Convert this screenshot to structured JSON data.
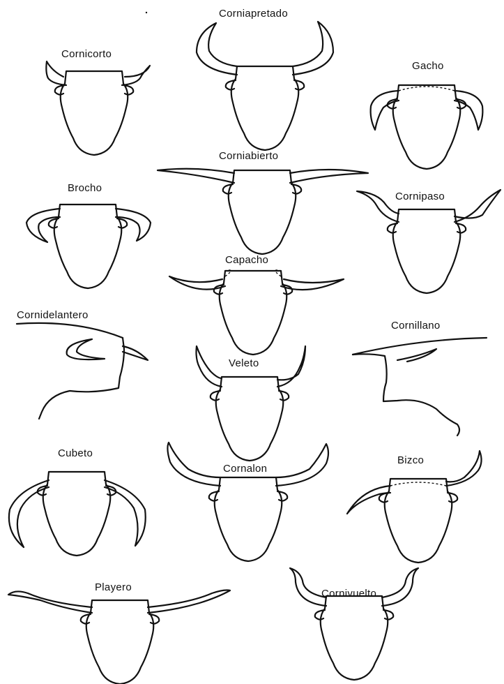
{
  "labels": {
    "corniapretado": "Corniapretado",
    "cornicorto": "Cornicorto",
    "gacho": "Gacho",
    "corniabierto": "Corniabierto",
    "brocho": "Brocho",
    "cornipaso": "Cornipaso",
    "capacho": "Capacho",
    "cornidelantero": "Cornidelantero",
    "cornillano": "Cornillano",
    "veleto": "Veleto",
    "cubeto": "Cubeto",
    "cornalon": "Cornalon",
    "bizco": "Bizco",
    "playero": "Playero",
    "cornivuelto": "Cornivuelto"
  }
}
